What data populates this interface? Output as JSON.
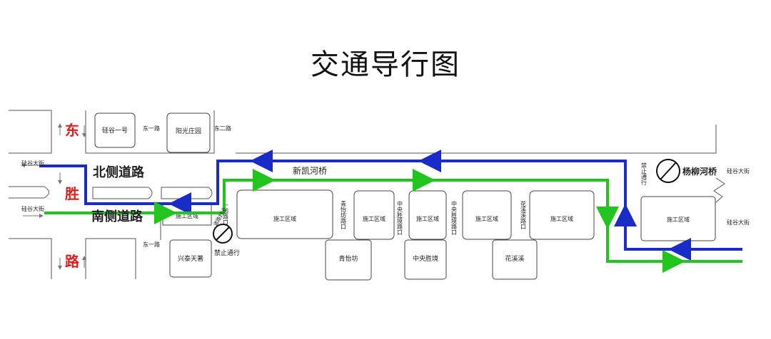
{
  "title": "交通导行图",
  "road_labels": {
    "dongsheng_top": "东",
    "dongsheng_mid": "胜",
    "dongsheng_bottom": "路",
    "north_side_road": "北侧道路",
    "south_side_road": "南侧道路",
    "xinkai_bridge": "新凯河桥",
    "yangliu_bridge": "杨柳河桥",
    "guigu_left_upper": "硅谷大街",
    "guigu_left_lower": "硅谷大街",
    "guigu_right_upper": "硅谷大街",
    "guigu_right_lower": "硅谷大街",
    "dongyi_upper": "东一路",
    "dongyi_lower": "东一路",
    "donger": "东二路"
  },
  "blocks": {
    "guigu_one": "硅谷一号",
    "yangguang": "阳光庄园",
    "xingtai": "兴泰天著",
    "qingyi": "青怡坊",
    "zhongyang": "中央胜境",
    "huaxi": "花溪溪"
  },
  "construction": {
    "west_small": "施工区域",
    "area1": "施工区域",
    "area2": "施工区域",
    "area3": "施工区域",
    "area4": "施工区域",
    "area5": "施工区域",
    "area6": "施工区域"
  },
  "intersections": {
    "yiyuan": "一园路口",
    "qingyi_kou": "青怡坊路口",
    "zhongyang_kou": "中央胜境路口",
    "huaxi_kou": "花溪溪路口"
  },
  "signs": {
    "no_entry_west": "禁止通行",
    "no_entry_west_inner": "道路封闭",
    "no_entry_east": "禁止通行"
  },
  "colors": {
    "north_route": "#1a2cc8",
    "south_route": "#22c41e",
    "warning_text": "#d81e1e"
  }
}
